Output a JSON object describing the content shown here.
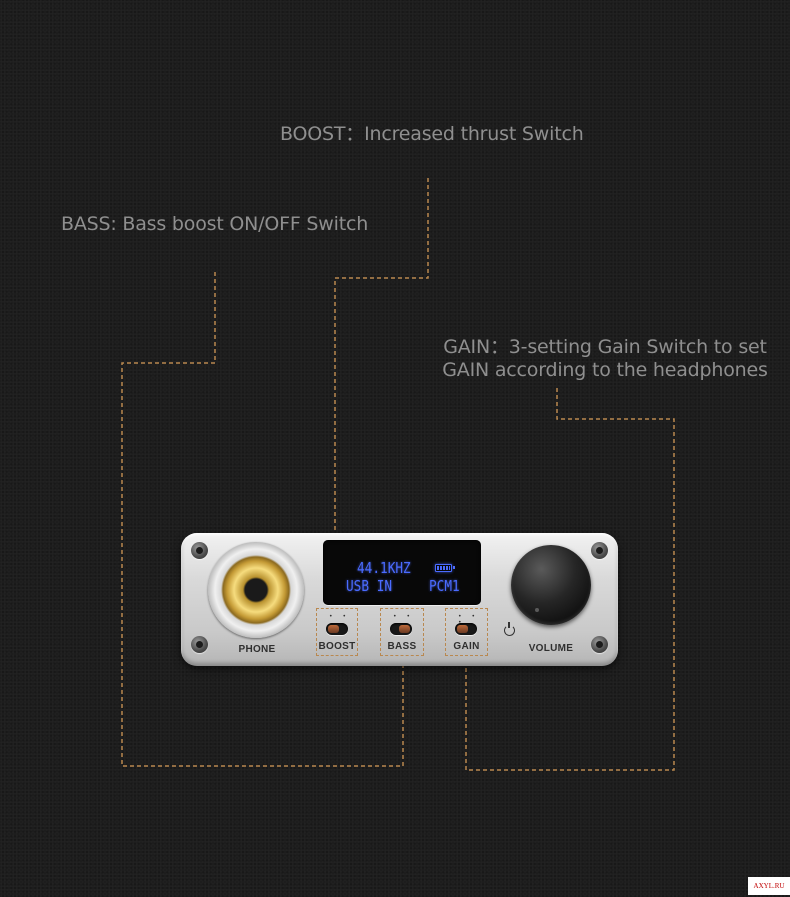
{
  "callouts": {
    "boost": "BOOST：Increased thrust Switch",
    "bass": "BASS: Bass boost ON/OFF Switch",
    "gain_line1": "GAIN：3-setting Gain Switch to set",
    "gain_line2": "GAIN according to the headphones"
  },
  "display": {
    "sample_rate": "44.1KHZ",
    "input": "USB IN",
    "format": "PCM1",
    "battery_icon": "battery-full-icon"
  },
  "panel": {
    "phone_label": "PHONE",
    "boost_label": "BOOST",
    "bass_label": "BASS",
    "gain_label": "GAIN",
    "volume_label": "VOLUME",
    "power_icon": "power-icon"
  },
  "switch_positions": {
    "boost": "left",
    "bass": "right",
    "gain": "left"
  },
  "watermark": "AXYL.RU",
  "colors": {
    "background": "#1d1d1d",
    "leader_line": "#b9884f",
    "display_text": "#4a6bff",
    "jack_gold": "#f6dc7e"
  }
}
